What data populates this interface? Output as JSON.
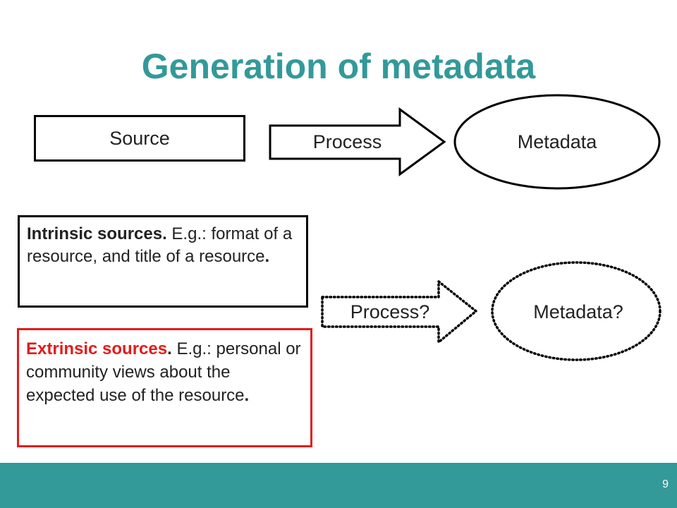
{
  "title": "Generation of metadata",
  "diagram": {
    "source": "Source",
    "process": "Process",
    "metadata": "Metadata",
    "process_q": "Process?",
    "metadata_q": "Metadata?"
  },
  "intrinsic": {
    "heading": "Intrinsic sources",
    "dot1": ".",
    "text1": " E.g.: format of a resource, and title of a resource",
    "dot2": "."
  },
  "extrinsic": {
    "heading": "Extrinsic sources",
    "dot1": ".",
    "text1": " E.g.: personal or community views about the expected use of the resource",
    "dot2": "."
  },
  "footer": {
    "page_number": "9"
  },
  "colors": {
    "accent": "#339999",
    "extrinsic_border": "#e31b1b"
  }
}
